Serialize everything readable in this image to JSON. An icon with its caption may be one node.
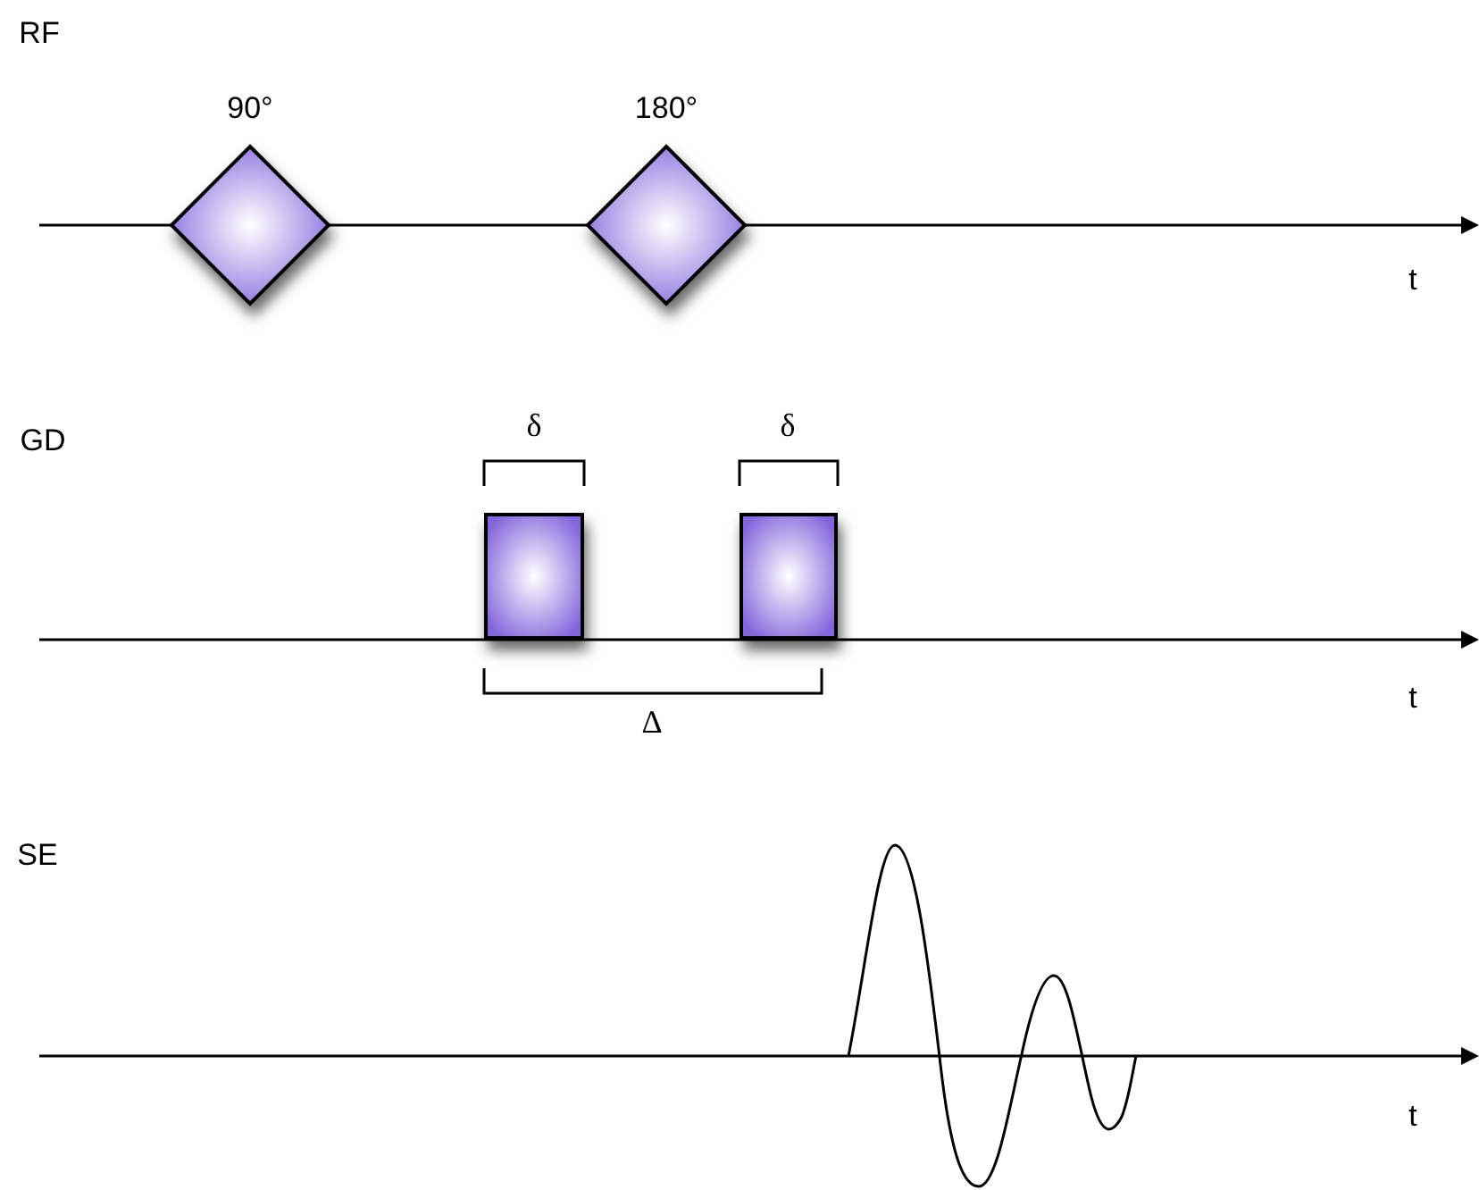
{
  "diagram": {
    "nodes": [
      {
        "text": [
          "90°"
        ]
      },
      {
        "text": [
          "180°"
        ]
      },
      {
        "text": [],
        "shape": "box"
      },
      {
        "text": [],
        "shape": "box"
      }
    ],
    "labels": [
      "RF",
      "t",
      "GD",
      "δ",
      "δ",
      "t",
      "Δ",
      "SE",
      "t"
    ]
  }
}
